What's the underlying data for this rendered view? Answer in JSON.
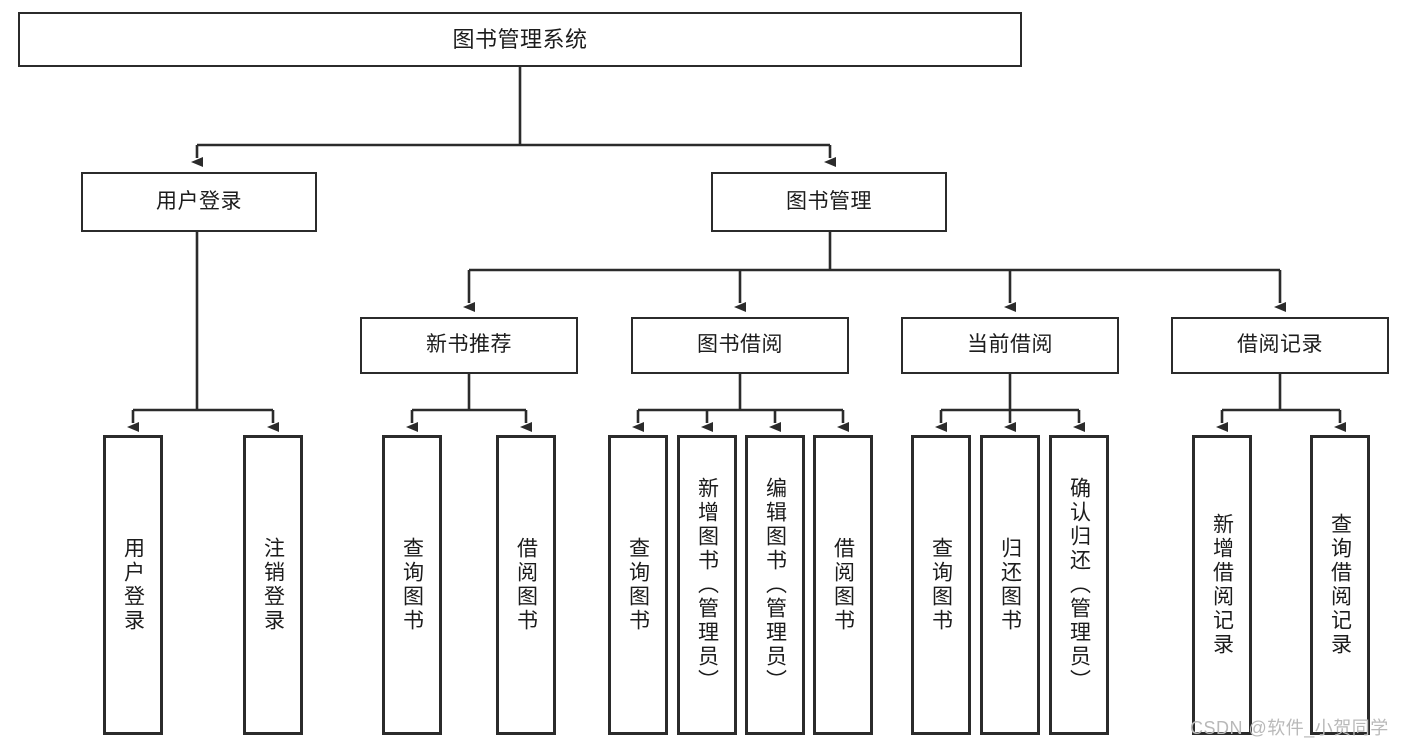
{
  "diagram": {
    "title": "图书管理系统",
    "type": "tree",
    "colors": {
      "stroke": "#2b2b2b",
      "fill": "#ffffff",
      "text": "#1c1c1c",
      "watermark": "#b9b9b9"
    },
    "root": {
      "label": "图书管理系统"
    },
    "level2": [
      {
        "label": "用户登录"
      },
      {
        "label": "图书管理"
      }
    ],
    "level3": [
      {
        "label": "新书推荐"
      },
      {
        "label": "图书借阅"
      },
      {
        "label": "当前借阅"
      },
      {
        "label": "借阅记录"
      }
    ],
    "leaves": {
      "user_login": [
        {
          "label": "用户登录"
        },
        {
          "label": "注销登录"
        }
      ],
      "new_book": [
        {
          "label": "查询图书"
        },
        {
          "label": "借阅图书"
        }
      ],
      "borrow_book": [
        {
          "label": "查询图书"
        },
        {
          "label": "新增图书（管理员）"
        },
        {
          "label": "编辑图书（管理员）"
        },
        {
          "label": "借阅图书"
        }
      ],
      "current_borrow": [
        {
          "label": "查询图书"
        },
        {
          "label": "归还图书"
        },
        {
          "label": "确认归还（管理员）"
        }
      ],
      "borrow_record": [
        {
          "label": "新增借阅记录"
        },
        {
          "label": "查询借阅记录"
        }
      ]
    }
  },
  "watermark": {
    "text": "CSDN @软件_小贺同学"
  }
}
